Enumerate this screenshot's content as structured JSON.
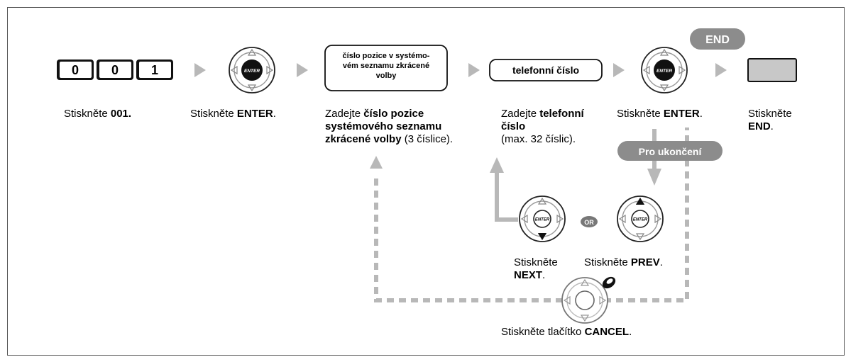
{
  "keys": [
    "0",
    "0",
    "1"
  ],
  "enter_glyph": "ENTER",
  "or_text": "OR",
  "end_label": "END",
  "to_finish_label": "Pro ukončení",
  "position_box": [
    "číslo pozice v systémo-",
    "vém seznamu zkrácené",
    "volby"
  ],
  "phone_box": "telefonní číslo",
  "steps": {
    "s1": {
      "pre": "Stiskněte ",
      "bold": "001."
    },
    "s2": {
      "pre": "Stiskněte ",
      "bold": "ENTER",
      "post": "."
    },
    "s3": {
      "pre": "Zadejte ",
      "bold1": "číslo pozice",
      "bold2": "systémového seznamu",
      "bold3": "zkrácené volby",
      "post": " (3 číslice)."
    },
    "s4": {
      "pre": "Zadejte ",
      "bold1": "telefonní",
      "bold2": "číslo",
      "line3": "(max. 32 číslic)."
    },
    "s5": {
      "pre": "Stiskněte ",
      "bold": "ENTER",
      "post": "."
    },
    "s6": {
      "line1": "Stiskněte",
      "bold": "END",
      "post": "."
    },
    "next": {
      "line1": "Stiskněte",
      "bold": "NEXT",
      "post": "."
    },
    "prev": {
      "pre": "Stiskněte ",
      "bold": "PREV",
      "post": "."
    },
    "cancel": {
      "pre": "Stiskněte tlačítko ",
      "bold": "CANCEL",
      "post": "."
    }
  },
  "colors": {
    "arrow": "#b8b8b8",
    "pill": "#8c8c8c",
    "end_box": "#c8c8c8"
  }
}
